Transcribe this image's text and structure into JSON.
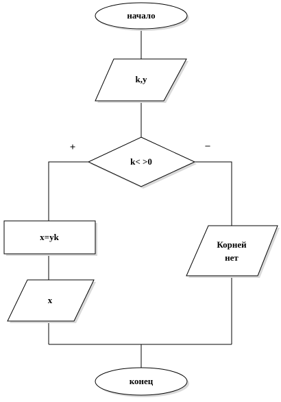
{
  "flowchart": {
    "start_label": "начало",
    "input_label": "k,y",
    "condition_label": "k< >0",
    "branch_yes_label": "+",
    "branch_no_label": "–",
    "process_label": "x=yk",
    "output_x_label": "x",
    "no_roots_line1": "Корней",
    "no_roots_line2": "нет",
    "end_label": "конец"
  }
}
